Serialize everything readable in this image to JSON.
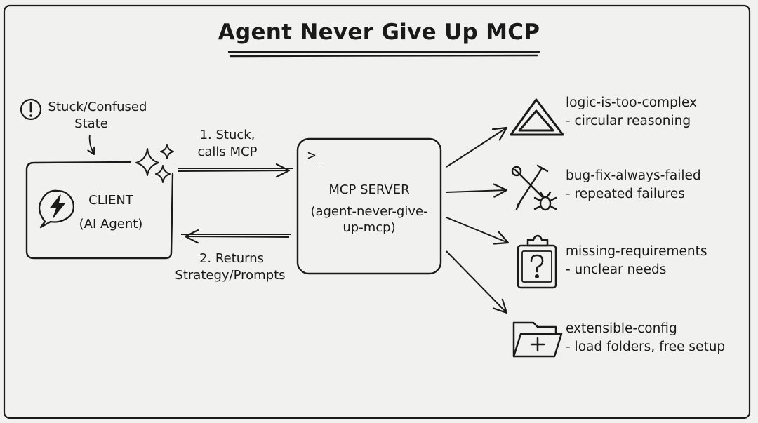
{
  "title": "Agent Never Give Up MCP",
  "stuck_state": {
    "line1": "Stuck/Confused",
    "line2": "State"
  },
  "client": {
    "line1": "CLIENT",
    "line2": "(AI Agent)"
  },
  "server": {
    "line1": "MCP SERVER",
    "line2": "(agent-never-give-",
    "line3": "up-mcp)",
    "prompt_glyph": ">_"
  },
  "arrow_request": {
    "line1": "1. Stuck,",
    "line2": "calls MCP"
  },
  "arrow_response": {
    "line1": "2. Returns",
    "line2": "Strategy/Prompts"
  },
  "categories": [
    {
      "name": "logic-is-too-complex",
      "desc": "- circular reasoning",
      "icon": "impossible-triangle-icon"
    },
    {
      "name": "bug-fix-always-failed",
      "desc": "- repeated failures",
      "icon": "tools-bug-icon"
    },
    {
      "name": "missing-requirements",
      "desc": "- unclear needs",
      "icon": "clipboard-question-icon"
    },
    {
      "name": "extensible-config",
      "desc": "- load folders, free setup",
      "icon": "folder-plus-icon"
    }
  ]
}
